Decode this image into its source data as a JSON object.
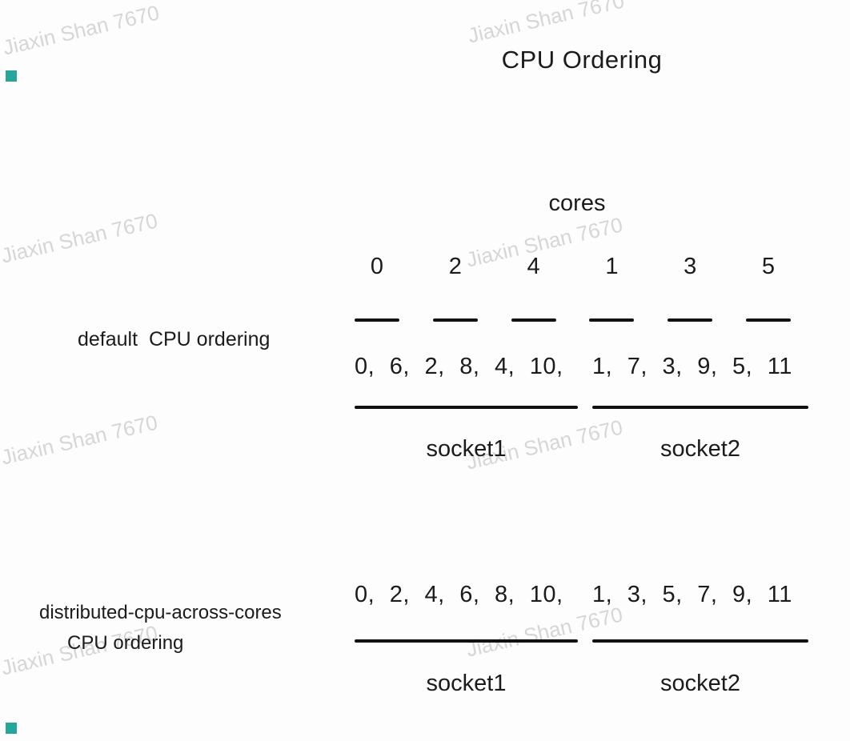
{
  "title": "CPU Ordering",
  "watermark": {
    "text": "Jiaxin Shan 7670"
  },
  "cores": {
    "label": "cores",
    "numbers": [
      "0",
      "2",
      "4",
      "1",
      "3",
      "5"
    ]
  },
  "default_section": {
    "label": "default  CPU ordering",
    "socket1_values": "0, 6, 2, 8, 4, 10,",
    "socket2_values": "1, 7, 3, 9, 5, 11",
    "socket1_label": "socket1",
    "socket2_label": "socket2"
  },
  "distributed_section": {
    "label_line1": "distributed-cpu-across-cores",
    "label_line2": "CPU ordering",
    "socket1_values": "0, 2, 4, 6, 8, 10,",
    "socket2_values": "1, 3, 5, 7, 9, 11",
    "socket1_label": "socket1",
    "socket2_label": "socket2"
  },
  "colors": {
    "text": "#1b1b1b",
    "line": "#111111",
    "watermark": "#d6d6d6",
    "accent_square": "#26a69a",
    "background": "#fdfdfd"
  }
}
